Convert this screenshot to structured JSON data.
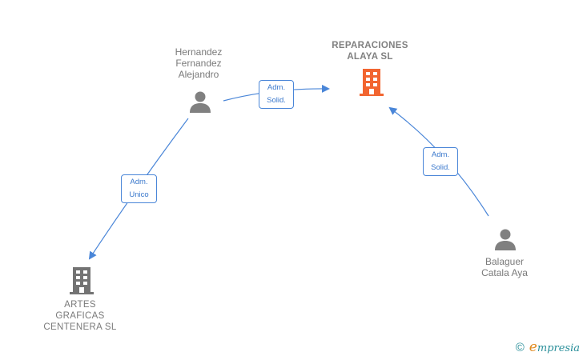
{
  "nodes": {
    "person_hernandez": {
      "label": "Hernandez\nFernandez\nAlejandro",
      "type": "person"
    },
    "company_reparaciones": {
      "label": "REPARACIONES\nALAYA  SL",
      "type": "company",
      "highlight": true
    },
    "company_artes": {
      "label": "ARTES\nGRAFICAS\nCENTENERA SL",
      "type": "company"
    },
    "person_balaguer": {
      "label": "Balaguer\nCatala Aya",
      "type": "person"
    }
  },
  "edges": [
    {
      "from": "person_hernandez",
      "to": "company_reparaciones",
      "line1": "Adm.",
      "line2": "Solid."
    },
    {
      "from": "person_hernandez",
      "to": "company_artes",
      "line1": "Adm.",
      "line2": "Unico"
    },
    {
      "from": "person_balaguer",
      "to": "company_reparaciones",
      "line1": "Adm.",
      "line2": "Solid."
    }
  ],
  "colors": {
    "edge": "#4a86d8",
    "highlight_company": "#f26530",
    "company": "#737373",
    "person": "#808080"
  },
  "footer": {
    "copyright": "©",
    "brand_initial": "e",
    "brand_rest": "mpresia"
  }
}
